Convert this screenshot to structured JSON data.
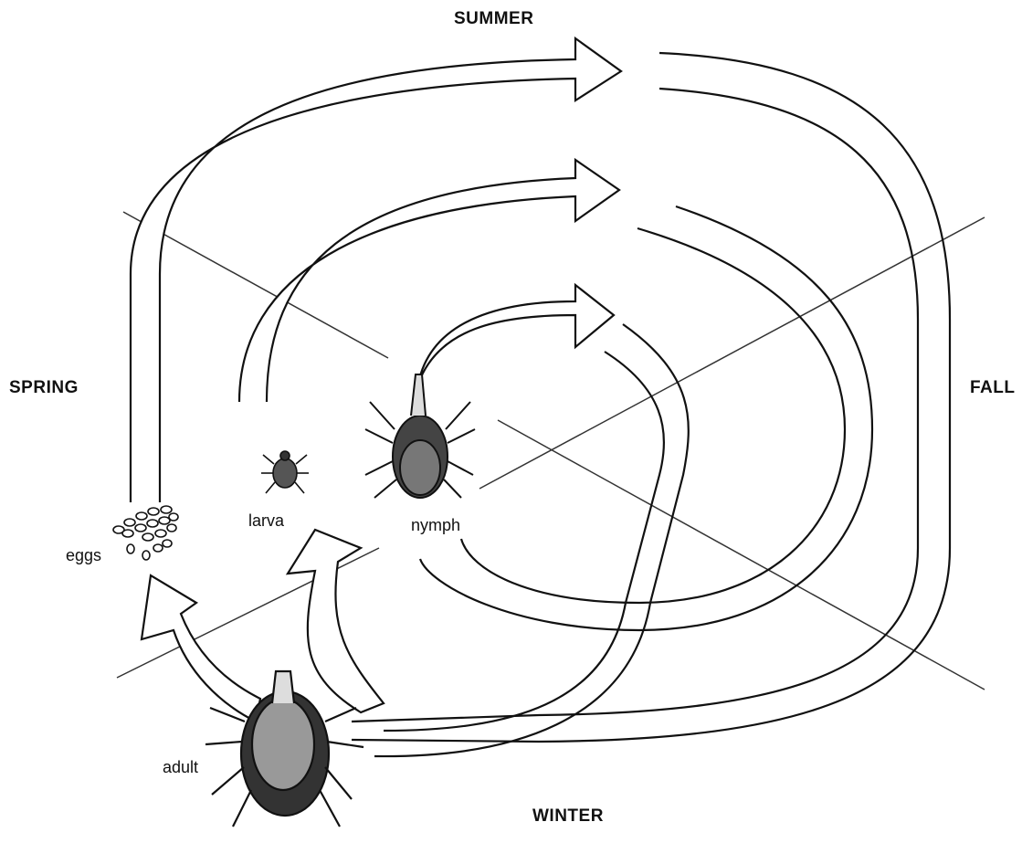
{
  "seasons": {
    "summer": "SUMMER",
    "fall": "FALL",
    "winter": "WINTER",
    "spring": "SPRING"
  },
  "stages": {
    "eggs": "eggs",
    "larva": "larva",
    "nymph": "nymph",
    "adult": "adult"
  },
  "colors": {
    "ink": "#111111",
    "arrow_fill": "#ffffff"
  }
}
